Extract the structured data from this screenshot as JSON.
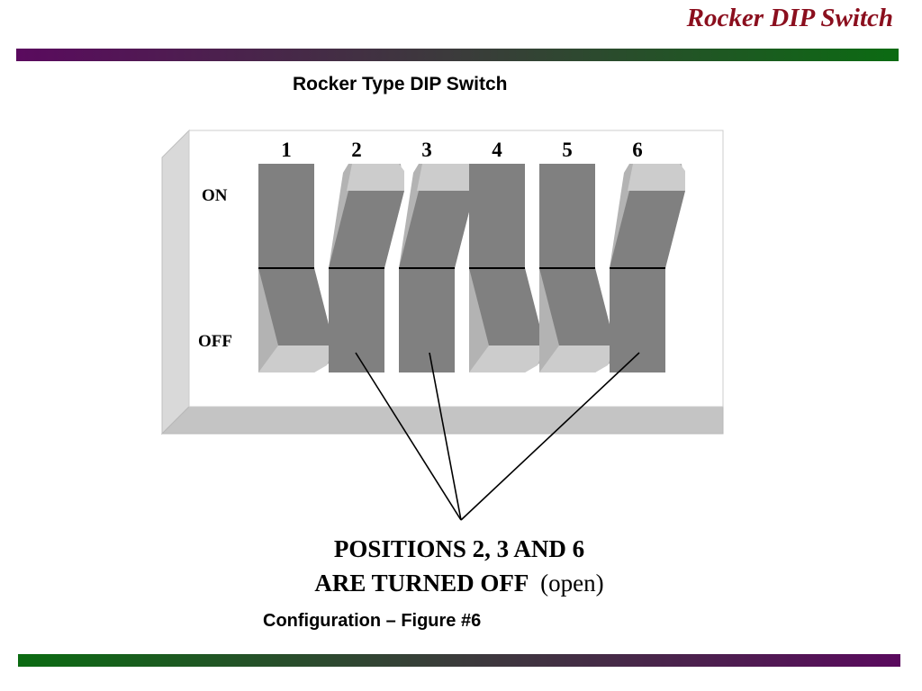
{
  "header": {
    "title": "Rocker DIP Switch"
  },
  "subtitle": "Rocker Type DIP Switch",
  "diagram": {
    "label_on": "ON",
    "label_off": "OFF",
    "switches": [
      {
        "number": "1",
        "state": "on"
      },
      {
        "number": "2",
        "state": "off"
      },
      {
        "number": "3",
        "state": "off"
      },
      {
        "number": "4",
        "state": "on"
      },
      {
        "number": "5",
        "state": "on"
      },
      {
        "number": "6",
        "state": "off"
      }
    ],
    "callout_line1": "POSITIONS 2, 3 AND 6",
    "callout_line2_main": "ARE TURNED OFF",
    "callout_line2_paren": "(open)"
  },
  "caption": "Configuration – Figure #6",
  "colors": {
    "title": "#8b0f1e",
    "rocker": "#808080",
    "rocker_light": "#cccccc",
    "rocker_mid": "#b3b3b3"
  }
}
